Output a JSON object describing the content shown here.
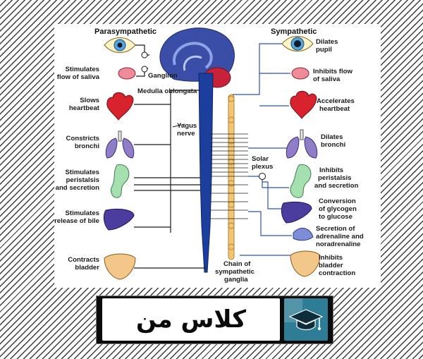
{
  "headings": {
    "left": "Parasympathetic",
    "right": "Sympathetic"
  },
  "left_labels": [
    "Stimulates",
    "flow of saliva",
    "Slows",
    "heartbeat",
    "Constricts",
    "bronchi",
    "Stimulates",
    "peristalsis",
    "and secretion",
    "Stimulates",
    "release of bile",
    "Contracts",
    "bladder"
  ],
  "center_labels": {
    "ganglion": "Ganglion",
    "medulla": "Medulla oblongata",
    "vagus": [
      "Yagus",
      "nerve"
    ],
    "solar": [
      "Solar",
      "plexus"
    ],
    "chain": [
      "Chain of",
      "sympathetic",
      "ganglia"
    ]
  },
  "right_labels": [
    "Dilates",
    "pupil",
    "Inhibits flow",
    "of saliva",
    "Accelerates",
    "heartbeat",
    "Dilates",
    "bronchi",
    "Inhibits",
    "peristalsis",
    "and secretion",
    "Conversion",
    "of glycogen",
    "to glucose",
    "Secretion of",
    "adrenaline and",
    "noradrenaline",
    "Inhibits",
    "bladder",
    "contraction"
  ],
  "logo": {
    "text": "کلاس من"
  },
  "colors": {
    "nerve": "#1c3f9e",
    "chain": "#f3c676",
    "brain": "#2f3f96",
    "panel": "#ffffff"
  }
}
